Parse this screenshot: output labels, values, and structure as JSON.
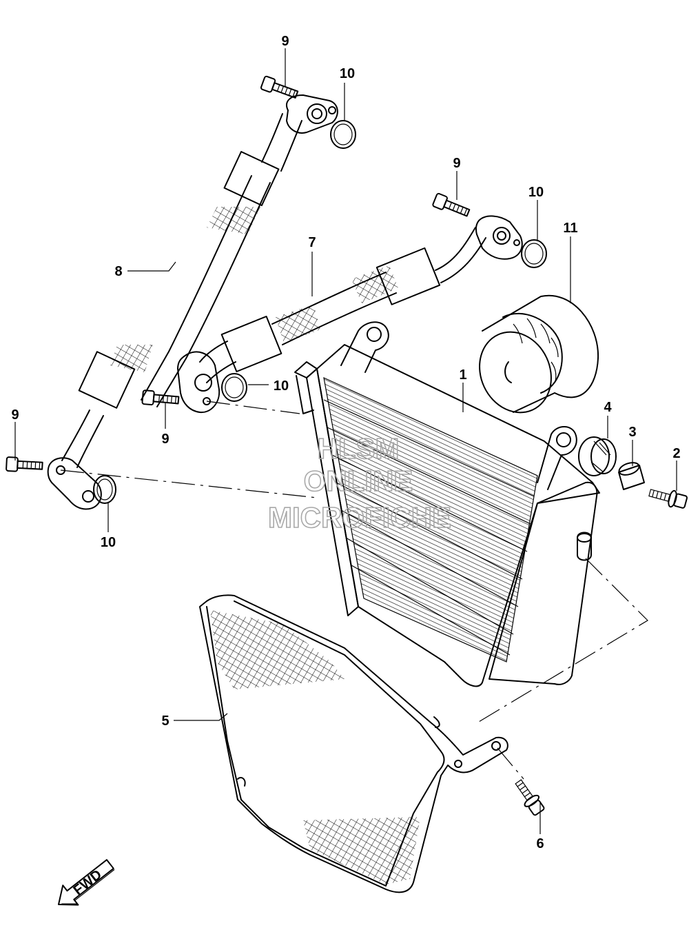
{
  "callouts": {
    "c1": "1",
    "c2": "2",
    "c3": "3",
    "c4": "4",
    "c5": "5",
    "c6": "6",
    "c7": "7",
    "c8": "8",
    "c9a": "9",
    "c9b": "9",
    "c9c": "9",
    "c9d": "9",
    "c10a": "10",
    "c10b": "10",
    "c10c": "10",
    "c10d": "10",
    "c11": "11"
  },
  "watermark": {
    "line1": "HLSM",
    "line2": "ONLINE",
    "line3": "MICROFICHE"
  },
  "direction_label": "FWD"
}
